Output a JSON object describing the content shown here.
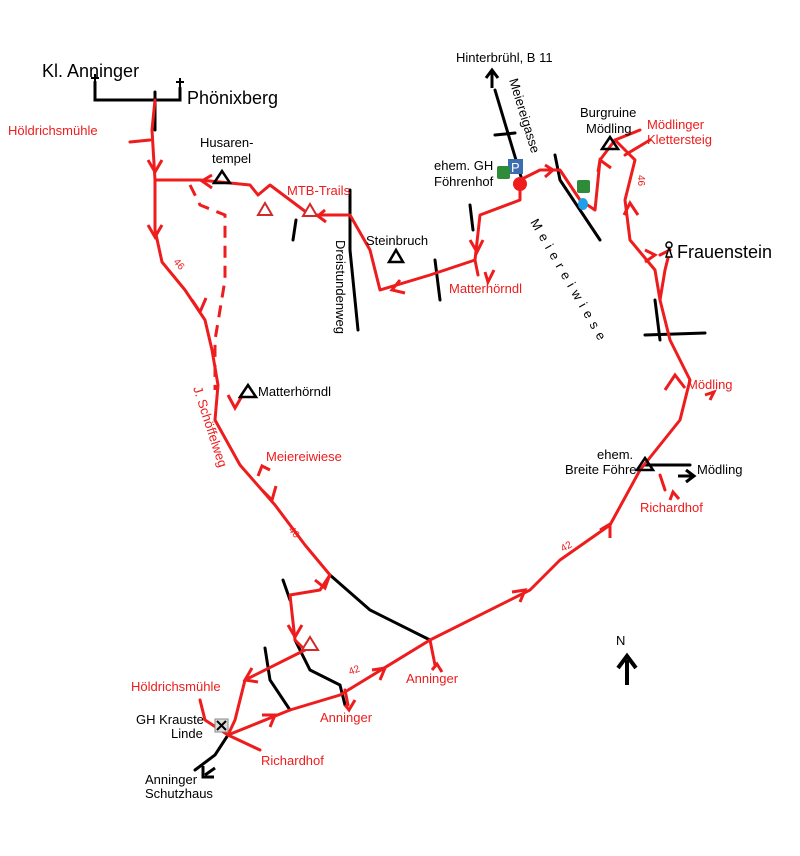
{
  "map": {
    "labels_black": {
      "kl_anninger": "Kl. Anninger",
      "phoenixberg": "Phönixberg",
      "husarentempel_1": "Husaren-",
      "husarentempel_2": "tempel",
      "hinterbruehl": "Hinterbrühl, B 11",
      "meiereigasse": "Meiereigasse",
      "burgruine_1": "Burgruine",
      "burgruine_2": "Mödling",
      "foehrenhof_1": "ehem. GH",
      "foehrenhof_2": "Föhrenhof",
      "steinbruch": "Steinbruch",
      "dreistundenweg": "Dreistundenweg",
      "meiereiwiese_area": "M e i e r e i w i e s e",
      "frauenstein": "Frauenstein",
      "matterhoerndl": "Matterhörndl",
      "breite_foehre_1": "ehem.",
      "breite_foehre_2": "Breite Föhre",
      "moedling_road": "Mödling",
      "krauste_linde_1": "GH Krauste",
      "krauste_linde_2": "Linde",
      "schutzhaus_1": "Anninger",
      "schutzhaus_2": "Schutzhaus",
      "north": "N"
    },
    "labels_red": {
      "hoeldrichsmuehle_top": "Höldrichsmühle",
      "mtb_trails": "MTB-Trails",
      "matterhoerndl": "Matterhörndl",
      "moedlinger_klettersteig_1": "Mödlinger",
      "moedlinger_klettersteig_2": "Klettersteig",
      "moedling": "Mödling",
      "richardhof_right": "Richardhof",
      "j_schoeffelweg": "J. Schöffelweg",
      "meiereiwiese": "Meiereiwiese",
      "hoeldrichsmuehle_bottom": "Höldrichsmühle",
      "anninger_1": "Anninger",
      "anninger_2": "Anninger",
      "richardhof_bottom": "Richardhof"
    },
    "trail_numbers": {
      "n46_a": "46",
      "n46_b": "46",
      "n46_c": "46",
      "n42_a": "42",
      "n42_b": "42"
    },
    "parking_label": "P",
    "colors": {
      "trail": "#ee1c1c",
      "road": "#000000",
      "parking": "#3b6db3",
      "hut": "#2e8b3a",
      "water": "#1ea0e6"
    }
  }
}
